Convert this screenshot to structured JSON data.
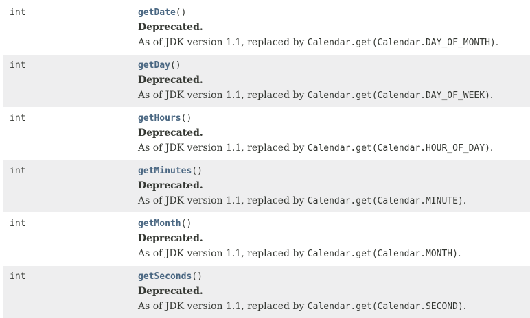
{
  "rows": [
    {
      "type": "int",
      "method": "getDate",
      "parens": "()",
      "deprecated": "Deprecated.",
      "text_prefix": "As of JDK version 1.1, replaced by ",
      "code": "Calendar.get(Calendar.DAY_OF_MONTH)",
      "text_suffix": "."
    },
    {
      "type": "int",
      "method": "getDay",
      "parens": "()",
      "deprecated": "Deprecated.",
      "text_prefix": "As of JDK version 1.1, replaced by ",
      "code": "Calendar.get(Calendar.DAY_OF_WEEK)",
      "text_suffix": "."
    },
    {
      "type": "int",
      "method": "getHours",
      "parens": "()",
      "deprecated": "Deprecated.",
      "text_prefix": "As of JDK version 1.1, replaced by ",
      "code": "Calendar.get(Calendar.HOUR_OF_DAY)",
      "text_suffix": "."
    },
    {
      "type": "int",
      "method": "getMinutes",
      "parens": "()",
      "deprecated": "Deprecated.",
      "text_prefix": "As of JDK version 1.1, replaced by ",
      "code": "Calendar.get(Calendar.MINUTE)",
      "text_suffix": "."
    },
    {
      "type": "int",
      "method": "getMonth",
      "parens": "()",
      "deprecated": "Deprecated.",
      "text_prefix": "As of JDK version 1.1, replaced by ",
      "code": "Calendar.get(Calendar.MONTH)",
      "text_suffix": "."
    },
    {
      "type": "int",
      "method": "getSeconds",
      "parens": "()",
      "deprecated": "Deprecated.",
      "text_prefix": "As of JDK version 1.1, replaced by ",
      "code": "Calendar.get(Calendar.SECOND)",
      "text_suffix": "."
    }
  ],
  "colors": {
    "link": "#4a6782",
    "text": "#353833",
    "alt_row": "#eeeeef"
  }
}
